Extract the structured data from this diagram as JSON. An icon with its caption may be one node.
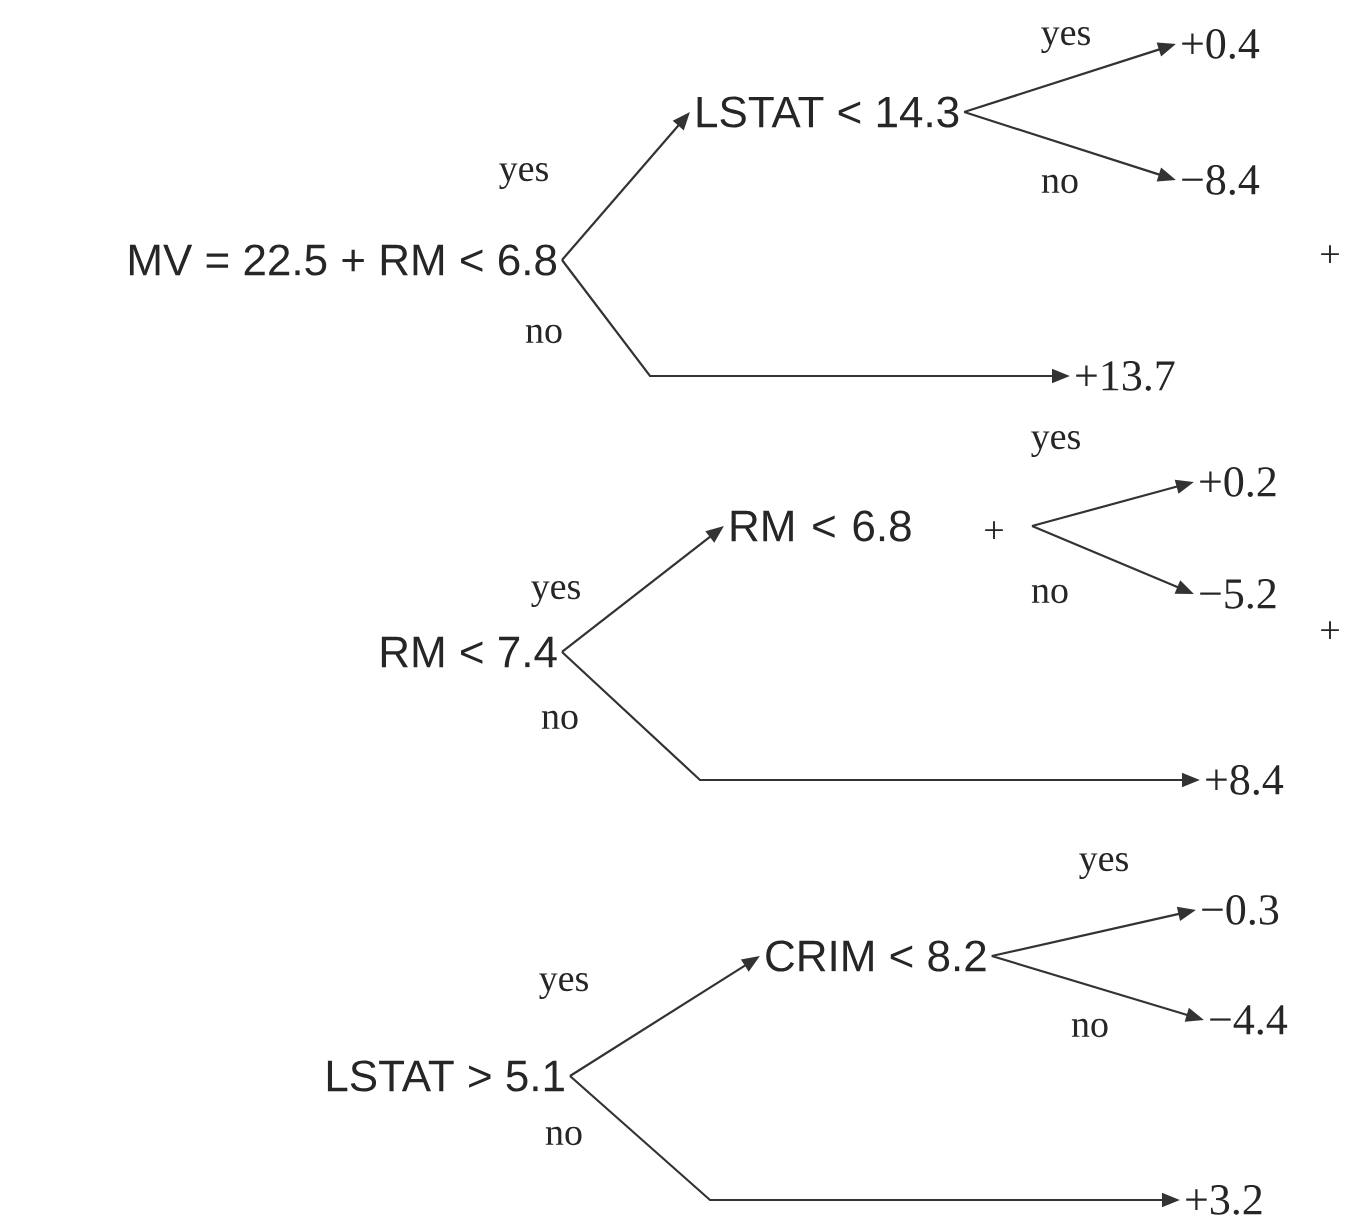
{
  "diagram": {
    "nodes": [
      {
        "text": [
          "MV = 22.5 + RM < 6.8"
        ]
      },
      {
        "text": [
          "LSTAT < 14.3"
        ]
      },
      {
        "text": [
          "+0.4"
        ]
      },
      {
        "text": [
          "−8.4"
        ]
      },
      {
        "text": [
          "+13.7"
        ]
      },
      {
        "text": [
          "RM < 7.4"
        ]
      },
      {
        "text": [
          "RM < 6.8"
        ]
      },
      {
        "text": [
          "+0.2"
        ]
      },
      {
        "text": [
          "−5.2"
        ]
      },
      {
        "text": [
          "+8.4"
        ]
      },
      {
        "text": [
          "LSTAT > 5.1"
        ]
      },
      {
        "text": [
          "CRIM < 8.2"
        ]
      },
      {
        "text": [
          "−0.3"
        ]
      },
      {
        "text": [
          "−4.4"
        ]
      },
      {
        "text": [
          "+3.2"
        ]
      }
    ],
    "edges": [
      {
        "from": 0,
        "to": 1,
        "arrow": "to",
        "label": "yes"
      },
      {
        "from": 0,
        "to": 4,
        "arrow": "to",
        "label": "no"
      },
      {
        "from": 1,
        "to": 2,
        "arrow": "to",
        "label": "yes"
      },
      {
        "from": 1,
        "to": 3,
        "arrow": "to",
        "label": "no"
      },
      {
        "from": 5,
        "to": 6,
        "arrow": "to",
        "label": "yes"
      },
      {
        "from": 5,
        "to": 9,
        "arrow": "to",
        "label": "no"
      },
      {
        "from": 6,
        "to": 7,
        "arrow": "to",
        "label": "yes"
      },
      {
        "from": 6,
        "to": 8,
        "arrow": "to",
        "label": "no"
      },
      {
        "from": 10,
        "to": 11,
        "arrow": "to",
        "label": "yes"
      },
      {
        "from": 10,
        "to": 14,
        "arrow": "to",
        "label": "no"
      },
      {
        "from": 11,
        "to": 12,
        "arrow": "to",
        "label": "yes"
      },
      {
        "from": 11,
        "to": 13,
        "arrow": "to",
        "label": "no"
      }
    ],
    "labels": [
      "+",
      "+",
      "+"
    ]
  }
}
